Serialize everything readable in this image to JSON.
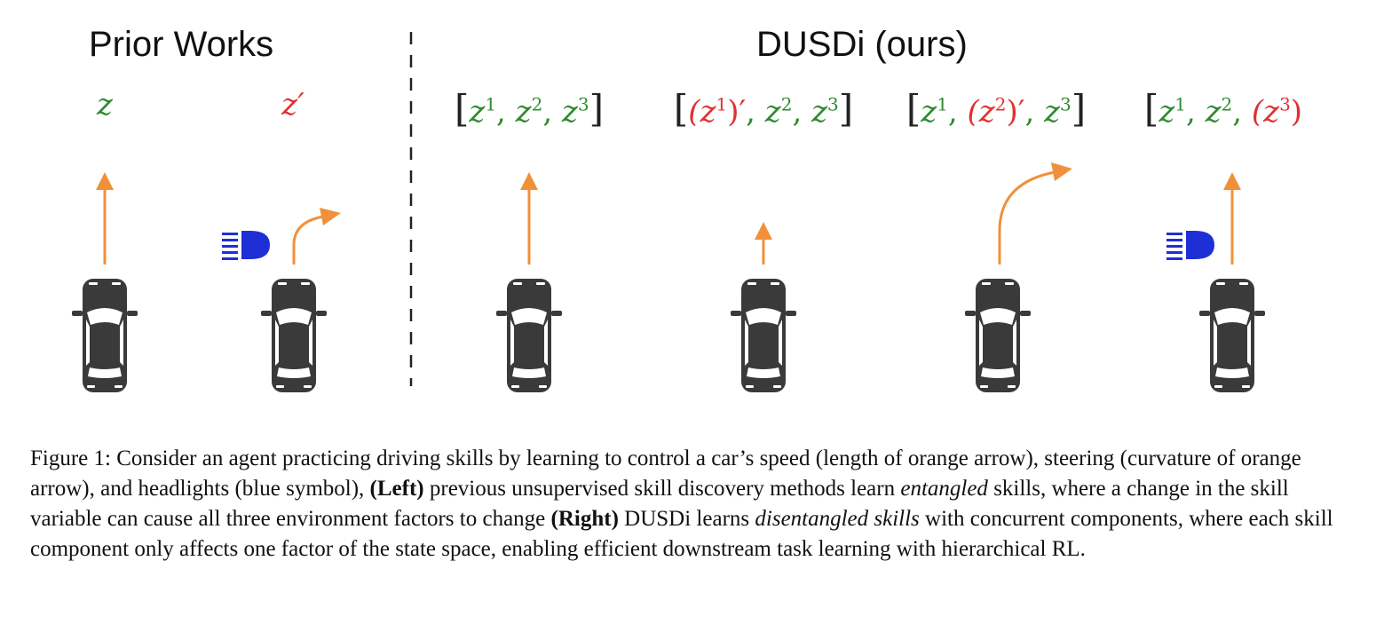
{
  "titles": {
    "left": "Prior Works",
    "right": "DUSDi (ours)"
  },
  "labels": [
    {
      "id": "prior-z",
      "parts": [
        {
          "t": "z",
          "c": "green",
          "it": true
        }
      ]
    },
    {
      "id": "prior-zprime",
      "parts": [
        {
          "t": "z′",
          "c": "red",
          "it": true
        }
      ]
    },
    {
      "id": "dusdi-1",
      "parts": [
        {
          "t": "[",
          "c": "brk"
        },
        {
          "t": "z",
          "c": "green",
          "it": true,
          "sup": "1"
        },
        {
          "t": ", ",
          "c": "green"
        },
        {
          "t": "z",
          "c": "green",
          "it": true,
          "sup": "2"
        },
        {
          "t": ", ",
          "c": "green"
        },
        {
          "t": "z",
          "c": "green",
          "it": true,
          "sup": "3"
        },
        {
          "t": "]",
          "c": "brk"
        }
      ]
    },
    {
      "id": "dusdi-2",
      "parts": [
        {
          "t": "[",
          "c": "brk"
        },
        {
          "t": "(z",
          "c": "red",
          "it": true,
          "sup": "1"
        },
        {
          "t": ")′",
          "c": "red"
        },
        {
          "t": ", ",
          "c": "green"
        },
        {
          "t": "z",
          "c": "green",
          "it": true,
          "sup": "2"
        },
        {
          "t": ", ",
          "c": "green"
        },
        {
          "t": "z",
          "c": "green",
          "it": true,
          "sup": "3"
        },
        {
          "t": "]",
          "c": "brk"
        }
      ]
    },
    {
      "id": "dusdi-3",
      "parts": [
        {
          "t": "[",
          "c": "brk"
        },
        {
          "t": "z",
          "c": "green",
          "it": true,
          "sup": "1"
        },
        {
          "t": ", ",
          "c": "green"
        },
        {
          "t": "(z",
          "c": "red",
          "it": true,
          "sup": "2"
        },
        {
          "t": ")′",
          "c": "red"
        },
        {
          "t": ", ",
          "c": "green"
        },
        {
          "t": "z",
          "c": "green",
          "it": true,
          "sup": "3"
        },
        {
          "t": "]",
          "c": "brk"
        }
      ]
    },
    {
      "id": "dusdi-4",
      "parts": [
        {
          "t": "[",
          "c": "brk"
        },
        {
          "t": "z",
          "c": "green",
          "it": true,
          "sup": "1"
        },
        {
          "t": ", ",
          "c": "green"
        },
        {
          "t": "z",
          "c": "green",
          "it": true,
          "sup": "2"
        },
        {
          "t": ", ",
          "c": "green"
        },
        {
          "t": "(z",
          "c": "red",
          "it": true,
          "sup": "3"
        },
        {
          "t": ")",
          "c": "red"
        }
      ]
    }
  ],
  "colors": {
    "arrow": "#f0913a",
    "headlight": "#1f2fd6",
    "car": "#3a3a3a",
    "green": "#2e8b2e",
    "red": "#e03131"
  },
  "icons": [
    "car-icon",
    "orange-arrow-icon",
    "headlight-icon"
  ],
  "caption": {
    "segments": [
      {
        "t": "Figure 1: Consider an agent practicing driving skills by learning to control a car’s speed (length of orange arrow), steering (curvature of orange arrow), and headlights (blue symbol), "
      },
      {
        "t": "(Left)",
        "style": "b"
      },
      {
        "t": " previous unsupervised skill discovery methods learn "
      },
      {
        "t": "entangled",
        "style": "i"
      },
      {
        "t": " skills, where a change in the skill variable can cause all three environment factors to change "
      },
      {
        "t": "(Right)",
        "style": "b"
      },
      {
        "t": " DUSDi learns "
      },
      {
        "t": "disentangled skills",
        "style": "i"
      },
      {
        "t": " with concurrent components, where each skill component only affects one factor of the state space, enabling efficient downstream task learning with hierarchical RL."
      }
    ]
  }
}
